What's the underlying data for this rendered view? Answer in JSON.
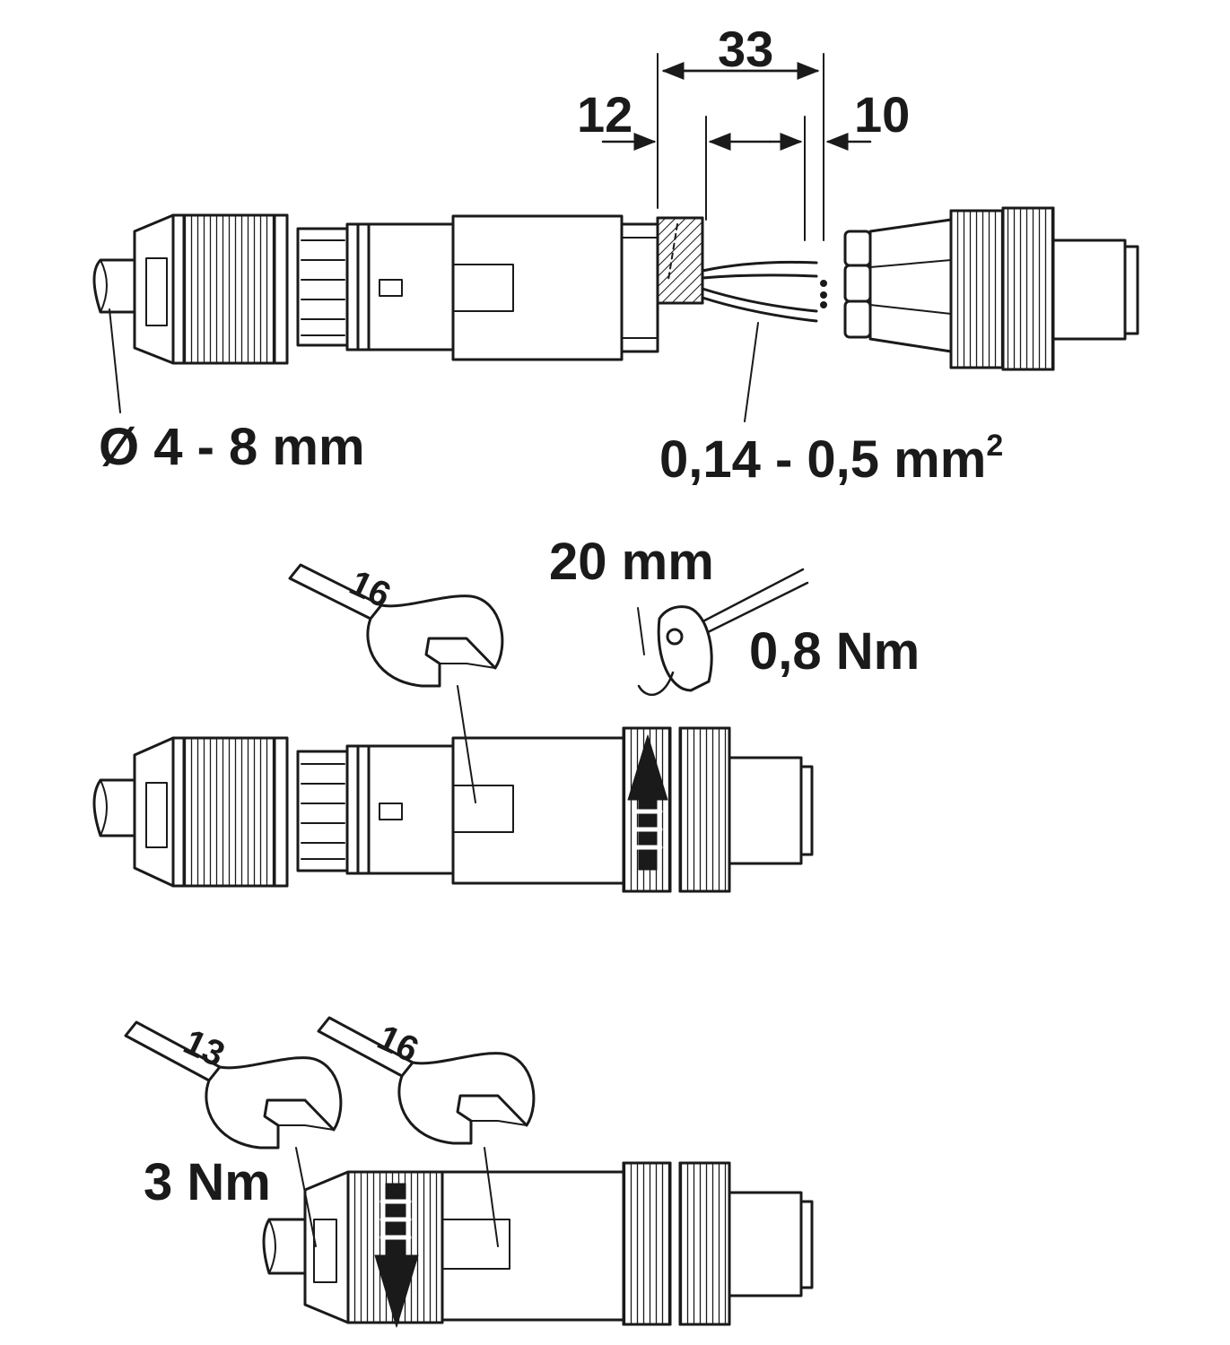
{
  "dimensions": {
    "strip_total": "33",
    "strip_left": "12",
    "strip_right": "10"
  },
  "labels": {
    "cable_diameter": "Ø 4 - 8 mm",
    "wire_cross_section_prefix": "0,14 - 0,5 mm",
    "wire_cross_section_sup": "2",
    "screwdriver_size": "20 mm",
    "torque_screw": "0,8 Nm",
    "torque_nut": "3 Nm"
  },
  "wrench_sizes": {
    "step2": "16",
    "step3_left": "13",
    "step3_right": "16"
  },
  "colors": {
    "line": "#1a1a1a",
    "background": "#ffffff"
  }
}
